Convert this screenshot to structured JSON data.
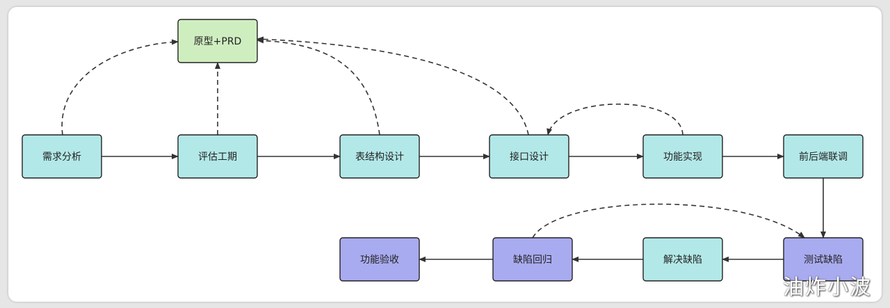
{
  "diagram": {
    "nodes": [
      {
        "id": "prd",
        "label": "原型+PRD",
        "color": "#cfeec0"
      },
      {
        "id": "req",
        "label": "需求分析",
        "color": "#b3e8e8"
      },
      {
        "id": "est",
        "label": "评估工期",
        "color": "#b3e8e8"
      },
      {
        "id": "tbl",
        "label": "表结构设计",
        "color": "#b3e8e8"
      },
      {
        "id": "api",
        "label": "接口设计",
        "color": "#b3e8e8"
      },
      {
        "id": "impl",
        "label": "功能实现",
        "color": "#b3e8e8"
      },
      {
        "id": "joint",
        "label": "前后端联调",
        "color": "#b3e8e8"
      },
      {
        "id": "test",
        "label": "测试缺陷",
        "color": "#a9abf0"
      },
      {
        "id": "fix",
        "label": "解决缺陷",
        "color": "#b3e8e8"
      },
      {
        "id": "regress",
        "label": "缺陷回归",
        "color": "#a9abf0"
      },
      {
        "id": "accept",
        "label": "功能验收",
        "color": "#a9abf0"
      }
    ],
    "edges": [
      {
        "from": "req",
        "to": "est",
        "style": "solid"
      },
      {
        "from": "est",
        "to": "tbl",
        "style": "solid"
      },
      {
        "from": "tbl",
        "to": "api",
        "style": "solid"
      },
      {
        "from": "api",
        "to": "impl",
        "style": "solid"
      },
      {
        "from": "impl",
        "to": "joint",
        "style": "solid"
      },
      {
        "from": "joint",
        "to": "test",
        "style": "solid"
      },
      {
        "from": "test",
        "to": "fix",
        "style": "solid"
      },
      {
        "from": "fix",
        "to": "regress",
        "style": "solid"
      },
      {
        "from": "regress",
        "to": "accept",
        "style": "solid"
      },
      {
        "from": "req",
        "to": "prd",
        "style": "dashed"
      },
      {
        "from": "est",
        "to": "prd",
        "style": "dashed"
      },
      {
        "from": "tbl",
        "to": "prd",
        "style": "dashed"
      },
      {
        "from": "api",
        "to": "prd",
        "style": "dashed"
      },
      {
        "from": "impl",
        "to": "api",
        "style": "dashed"
      },
      {
        "from": "regress",
        "to": "test",
        "style": "dashed"
      }
    ]
  },
  "watermark": "油炸小波"
}
